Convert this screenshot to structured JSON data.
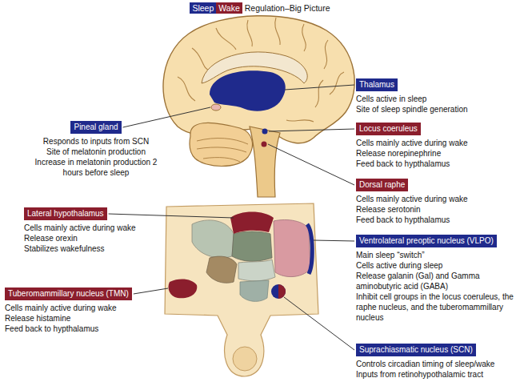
{
  "diagram": {
    "title": "Regulation–Big Picture",
    "nodes": [
      {
        "text": [
          "Thalamus",
          "Cells active in sleep",
          "Site of sleep spindle generation"
        ]
      },
      {
        "text": [
          "Pineal gland",
          "Responds to inputs from SCN",
          "Site of melatonin production",
          "Increase in melatonin production 2 hours before sleep"
        ]
      },
      {
        "text": [
          "Locus coeruleus",
          "Cells mainly active during wake",
          "Release norepinephrine",
          "Feed back to hypthalamus"
        ]
      },
      {
        "text": [
          "Dorsal raphe",
          "Cells mainly active during wake",
          "Release serotonin",
          "Feed back to hypthalamus"
        ]
      },
      {
        "text": [
          "Lateral hypothalamus",
          "Cells mainly active during wake",
          "Release orexin",
          "Stabilizes wakefulness"
        ]
      },
      {
        "text": [
          "Ventrolateral preoptic nucleus (VLPO)",
          "Main sleep “switch”",
          "Cells active during sleep",
          "Release galanin (Gal) and Gamma aminobutyric acid (GABA)",
          "Inhibit cell groups in the locus coeruleus, the raphe nucleus, and the tuberomammillary nucleus"
        ]
      },
      {
        "text": [
          "Tuberomammillary nucleus (TMN)",
          "Cells mainly active during wake",
          "Release histamine",
          "Feed back to hypthalamus"
        ]
      },
      {
        "text": [
          "Suprachiasmatic nucleus (SCN)",
          "Controls circadian timing of sleep/wake",
          "Inputs from retinohypothalamic tract"
        ]
      }
    ],
    "legend": [
      {
        "text": "Sleep",
        "color": "#1f2a8c"
      },
      {
        "text": "Wake",
        "color": "#8b1e2d"
      }
    ]
  }
}
